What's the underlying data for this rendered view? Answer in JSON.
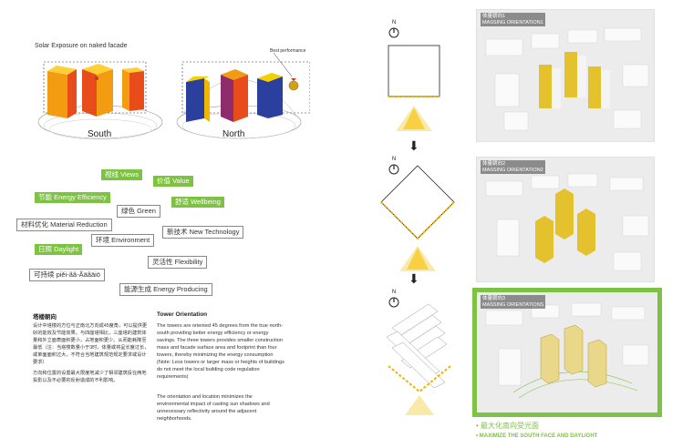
{
  "solar": {
    "title": "Solar Exposure on naked facade",
    "south_label": "South",
    "north_label": "North",
    "best_label": "Best performance"
  },
  "tags": [
    {
      "text": "视线 Views",
      "style": "green"
    },
    {
      "text": "价值 Value",
      "style": "green"
    },
    {
      "text": "节能 Energy Efficiency",
      "style": "green"
    },
    {
      "text": "舒适 Wellbeing",
      "style": "green"
    },
    {
      "text": "绿色 Green",
      "style": "outline"
    },
    {
      "text": "材料优化 Material Reduction",
      "style": "outline"
    },
    {
      "text": "新技术 New Technology",
      "style": "outline"
    },
    {
      "text": "环境 Environment",
      "style": "outline"
    },
    {
      "text": "日照 Daylight",
      "style": "green"
    },
    {
      "text": "灵活性 Flexibility",
      "style": "outline"
    },
    {
      "text": "可持续 piěi-ãâ-Ãäãäiö",
      "style": "outline"
    },
    {
      "text": "能源生成 Energy Producing",
      "style": "outline"
    }
  ],
  "text_cn": {
    "heading": "塔楼朝向",
    "p1": "设计中塔楼的方位与正南北方向成45度角，可以提供更好的能效及节能效果。与四座塔相比，三座塔的建筑体量和外立面表面积更小，占地面积更少。从而能耗降至最低（注：当塔楼数量小于3时，体量或将呈长度过长，或单面面积过大，不符合当地建筑规范规定要求或设计要求）",
    "p2": "方向和位置的设置最大限度地减少了相邻建筑投在两地投影以及不必要的反射造成的不利影响。"
  },
  "text_en": {
    "heading": "Tower Orientation",
    "p1": "The towers are oriented 45 degrees from the true north-south providing better energy efficiency or energy savings. The three towers provides smaller construction mass and facade surface area and footprint than four towers, thereby minimizing the energy consumption (Note: Less towers or larger mass or heights of buildings do not meet the local building code regulation requirements)",
    "p2": "The orientation and location minimizes the environmental impact of casting sun shadows and unnecessary reflectivity around the adjacent neighborhoods."
  },
  "orientation": {
    "north_letter": "N",
    "arrow_glyph": "⬇"
  },
  "panels": [
    {
      "title_cn": "体量朝向1",
      "title_en": "MASSING ORIENTATION1"
    },
    {
      "title_cn": "体量朝向2",
      "title_en": "MASSING ORIENTATION2"
    },
    {
      "title_cn": "体量朝向3",
      "title_en": "MASSING ORIENTATIONS"
    }
  ],
  "caption": {
    "cn": "• 最大化南向受光面",
    "en": "• MAXIMIZE THE SOUTH FACE AND DAYLIGHT"
  },
  "colors": {
    "accent_green": "#7dc242",
    "sun_yellow": "#f5d000",
    "south_orange": "#f39c12",
    "south_red": "#e74c1a",
    "north_blue": "#2a3f9e"
  }
}
